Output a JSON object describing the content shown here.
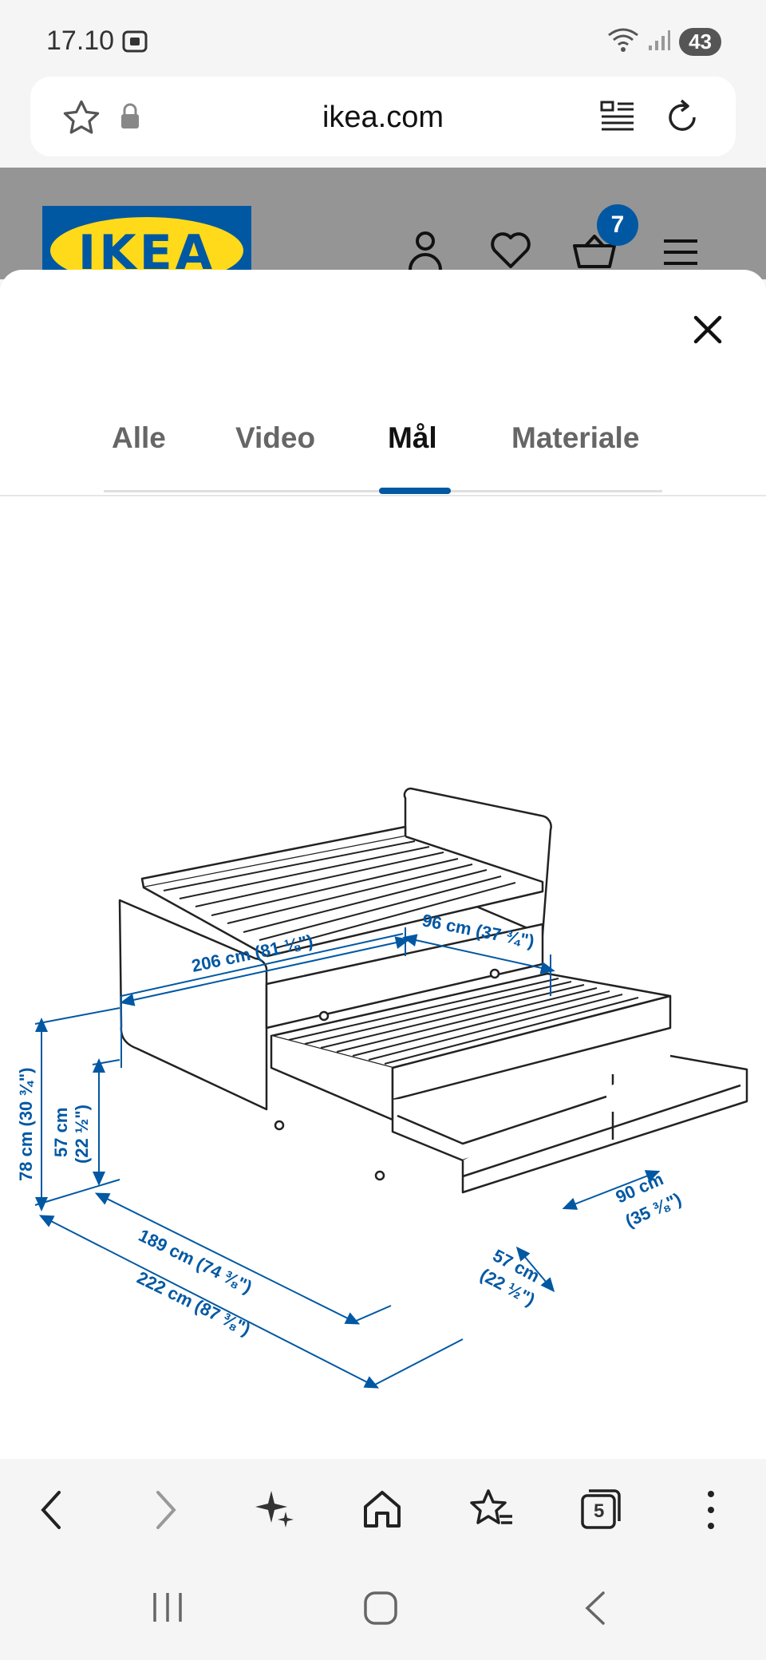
{
  "status": {
    "time": "17.10",
    "battery": "43"
  },
  "browser": {
    "url": "ikea.com"
  },
  "header": {
    "logo": "IKEA",
    "cart_count": "7"
  },
  "modal": {
    "tabs": [
      {
        "label": "Alle",
        "active": false
      },
      {
        "label": "Video",
        "active": false
      },
      {
        "label": "Mål",
        "active": true
      },
      {
        "label": "Materiale",
        "active": false
      }
    ]
  },
  "dimensions": {
    "length_top": "206 cm (81 ⅛\")",
    "width": "96 cm (37 ¾\")",
    "height_total": "78 cm (30 ¾\")",
    "height_bed_cm": "57 cm",
    "height_bed_in": "(22 ½\")",
    "length_inner": "189 cm (74 ⅜\")",
    "length_total": "222 cm (87 ⅜\")",
    "drawer_depth_cm": "57 cm",
    "drawer_depth_in": "(22 ½\")",
    "drawer_width_cm": "90 cm",
    "drawer_width_in": "(35 ⅜\")"
  },
  "bottom_nav": {
    "tab_count": "5"
  },
  "colors": {
    "accent": "#0058a3",
    "logo_yellow": "#ffda1a"
  }
}
